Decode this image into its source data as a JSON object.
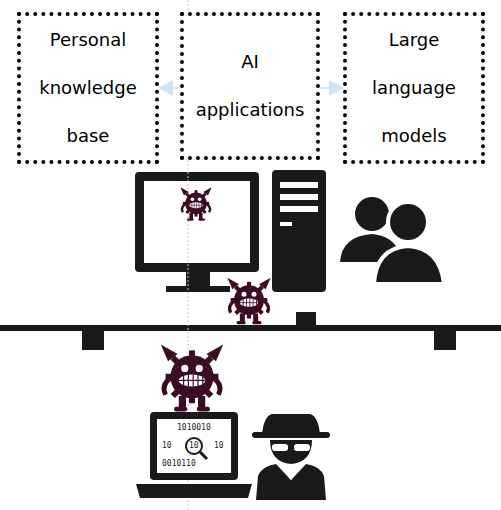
{
  "diagram": {
    "nodes": [
      {
        "text": [
          "Personal knowledge base"
        ]
      },
      {
        "text": [
          "AI applications"
        ]
      },
      {
        "text": [
          "Large language models"
        ]
      }
    ],
    "edges": [
      {
        "from": 1,
        "to": 0,
        "arrow": "to"
      },
      {
        "from": 1,
        "to": 2,
        "arrow": "to"
      }
    ],
    "labels": [
      "1010010",
      "10",
      "10",
      "10",
      "0010110"
    ]
  }
}
